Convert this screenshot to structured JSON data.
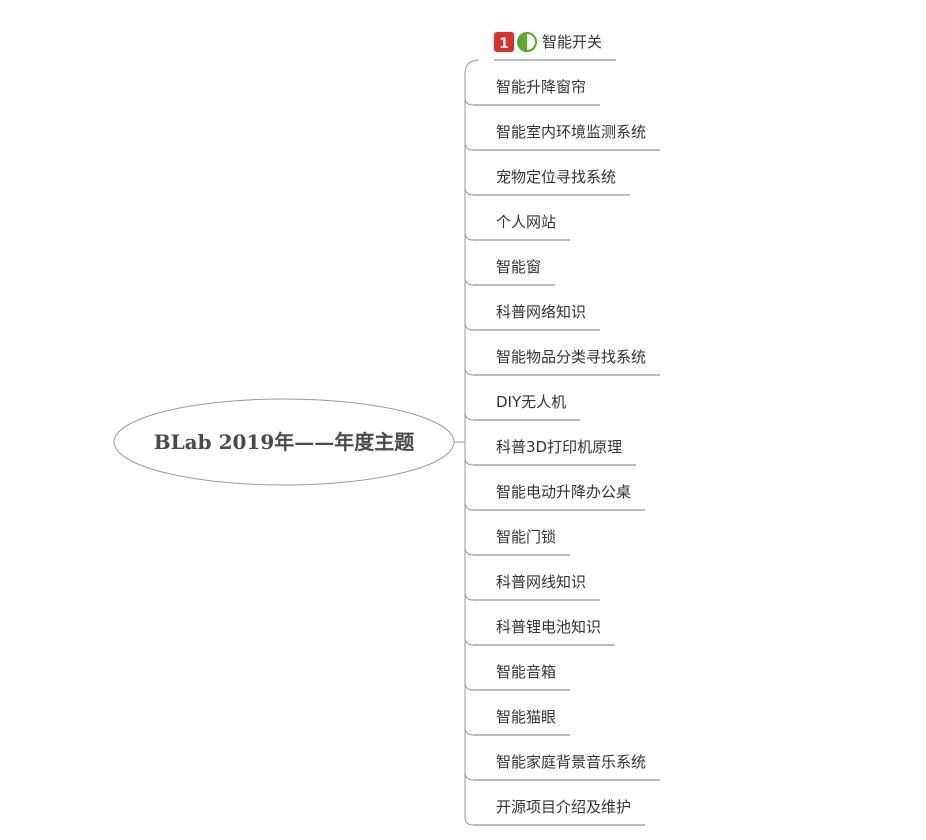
{
  "central_topic": {
    "label": "BLab 2019年——年度主题"
  },
  "topics": [
    {
      "label": "智能开关",
      "markers": [
        {
          "type": "priority",
          "value": "1",
          "color": "#d9322a"
        },
        {
          "type": "progress",
          "value": 0.5,
          "color": "#5aa82e",
          "icon": "half-circle-icon"
        }
      ]
    },
    {
      "label": "智能升降窗帘"
    },
    {
      "label": "智能室内环境监测系统"
    },
    {
      "label": "宠物定位寻找系统"
    },
    {
      "label": "个人网站"
    },
    {
      "label": "智能窗"
    },
    {
      "label": "科普网络知识"
    },
    {
      "label": "智能物品分类寻找系统"
    },
    {
      "label": "DIY无人机"
    },
    {
      "label": "科普3D打印机原理"
    },
    {
      "label": "智能电动升降办公桌"
    },
    {
      "label": "智能门锁"
    },
    {
      "label": "科普网线知识"
    },
    {
      "label": "科普锂电池知识"
    },
    {
      "label": "智能音箱"
    },
    {
      "label": "智能猫眼"
    },
    {
      "label": "智能家庭背景音乐系统"
    },
    {
      "label": "开源项目介绍及维护"
    }
  ]
}
